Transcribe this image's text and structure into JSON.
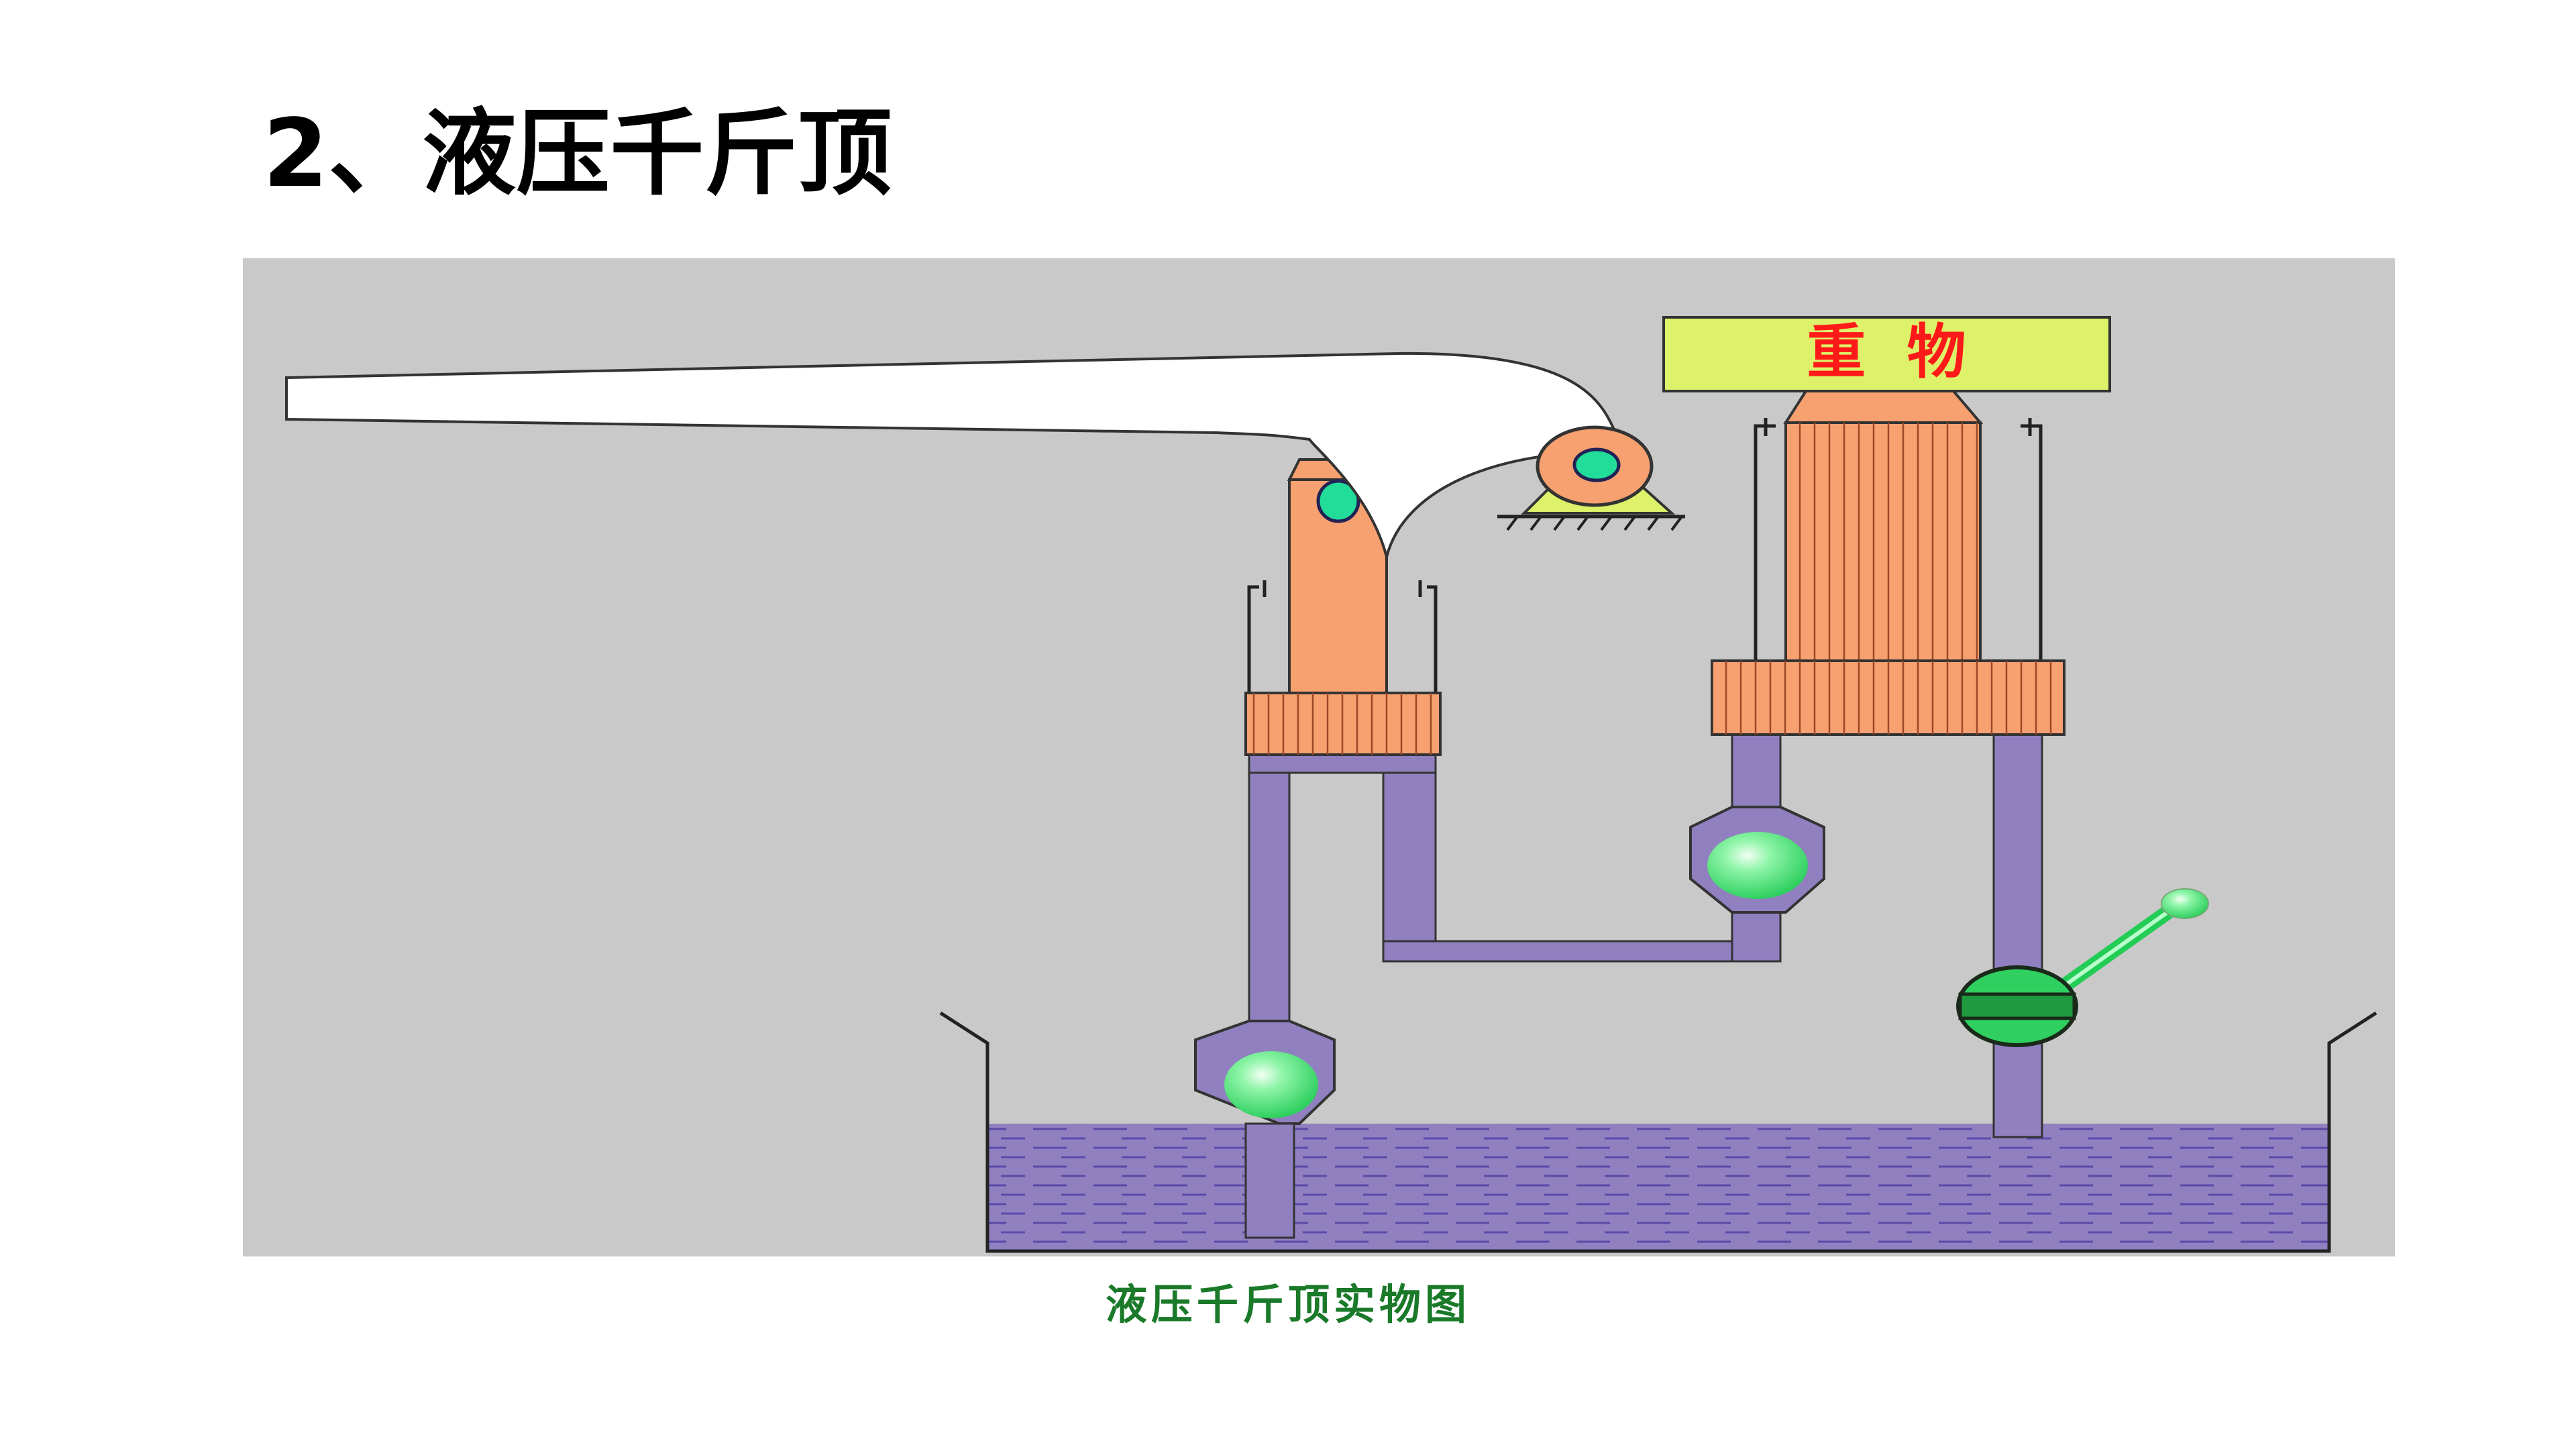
{
  "title": "2、液压千斤顶",
  "diagram": {
    "load_label": "重  物",
    "caption": "液压千斤顶实物图"
  },
  "colors": {
    "background": "#c9c9c9",
    "oil": "#9080c0",
    "piston": "#f7a070",
    "ball_valve": "#66ee88",
    "load_box": "#ddf26a",
    "load_text": "#ff1a1a",
    "caption": "#1a7a2a"
  },
  "icons": [
    "lever-handle",
    "small-piston",
    "large-piston",
    "pivot-wheel",
    "check-valve-ball",
    "drain-valve",
    "oil-tank"
  ]
}
